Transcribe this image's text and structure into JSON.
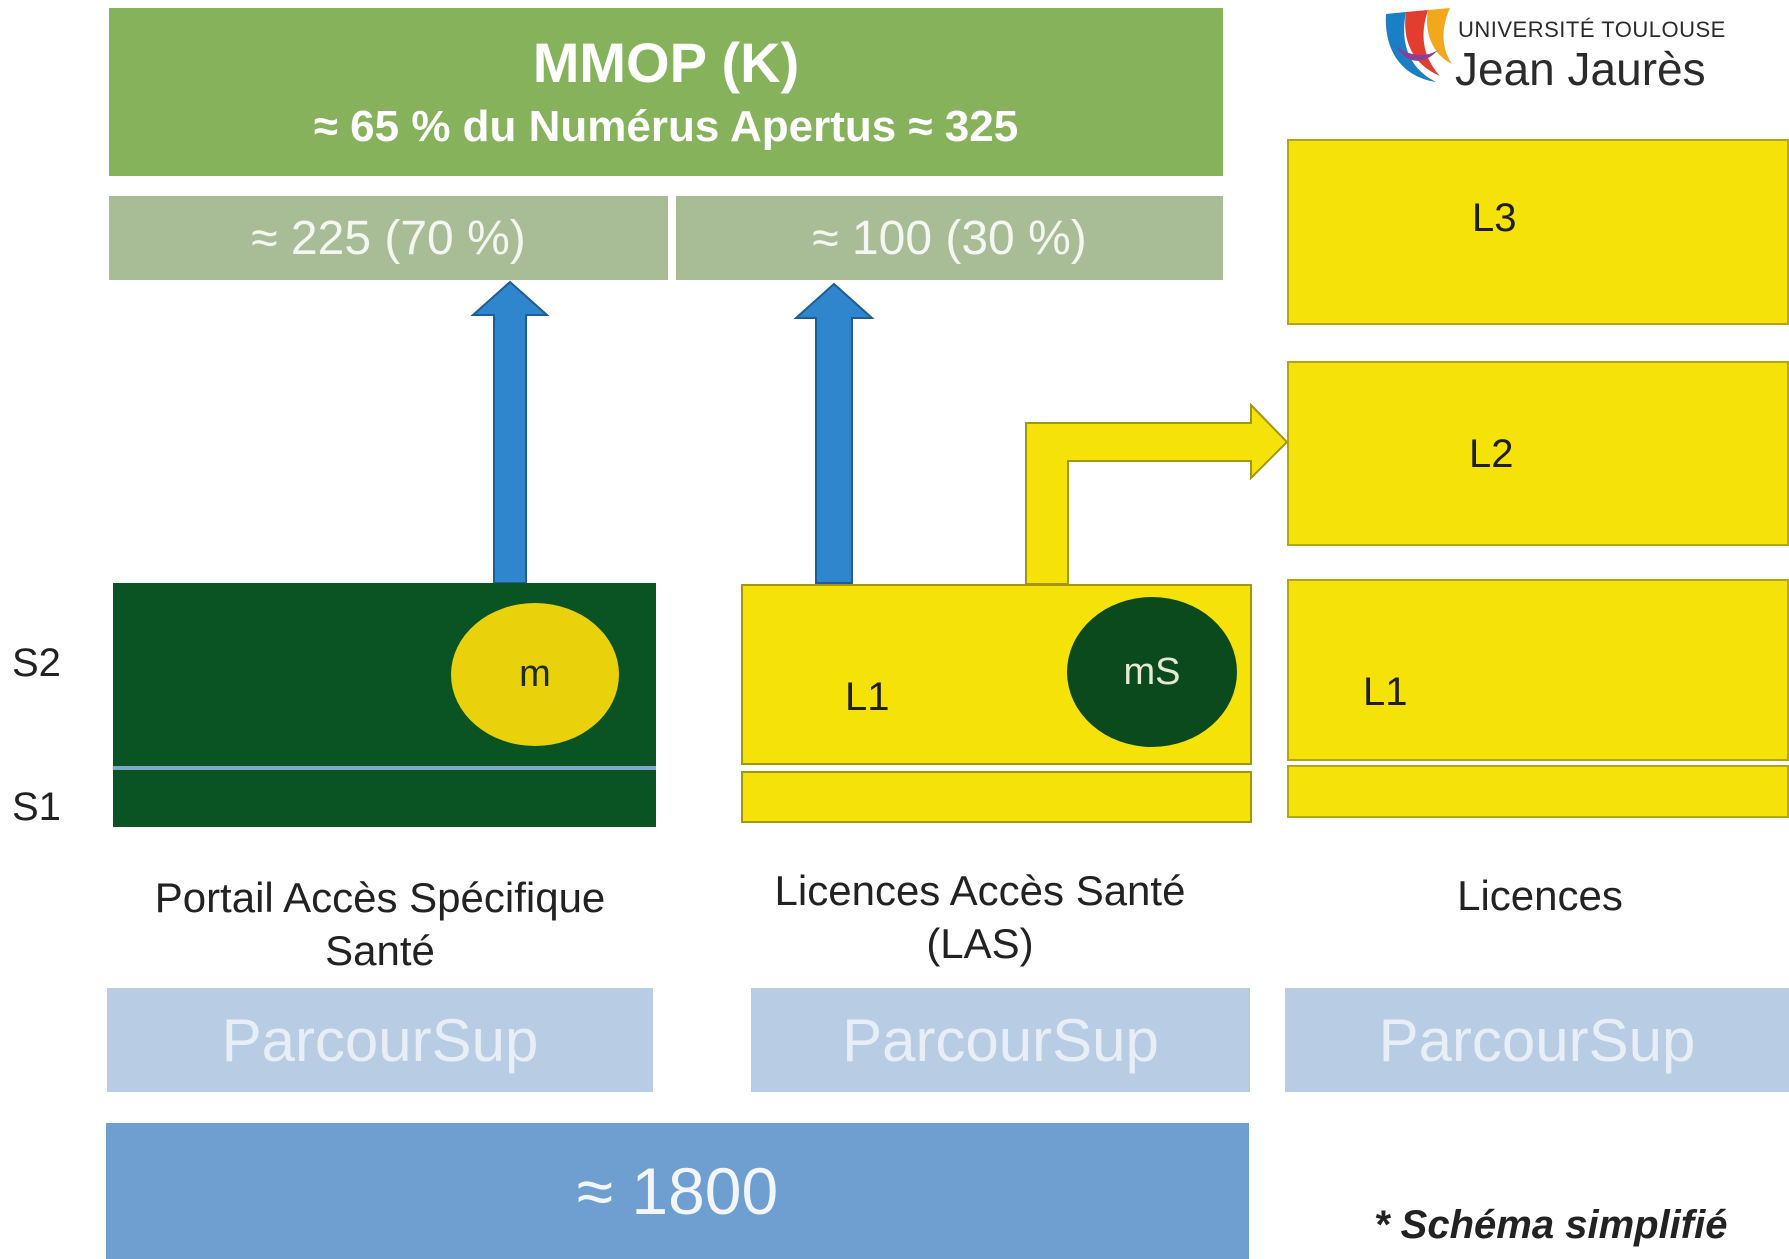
{
  "header": {
    "title": "MMOP (K)",
    "subtitle": "≈ 65 % du Numérus Apertus ≈ 325",
    "share_pass": "≈ 225 (70 %)",
    "share_las": "≈ 100 (30 %)"
  },
  "logo": {
    "line1": "UNIVERSITÉ TOULOUSE",
    "line2": "Jean Jaurès"
  },
  "semesters": {
    "s2": "S2",
    "s1": "S1"
  },
  "columns": {
    "pass": {
      "title": "Portail Accès Spécifique Santé",
      "minor": "m"
    },
    "las": {
      "title": "Licences Accès Santé (LAS)",
      "level": "L1",
      "minor": "mS"
    },
    "licences": {
      "title": "Licences",
      "l3": "L3",
      "l2": "L2",
      "l1": "L1"
    }
  },
  "parcoursup": {
    "label_1": "ParcourSup",
    "label_2": "ParcourSup",
    "label_3": "ParcourSup"
  },
  "total": "≈ 1800",
  "note": "* Schéma simplifié",
  "colors": {
    "mmop_green": "#85b25a",
    "share_green": "#a8bd96",
    "pass_dark_green": "#0a5323",
    "las_yellow": "#f4e208",
    "arrow_blue": "#2f86cc",
    "parcoursup_blue": "#b8cce4",
    "total_blue": "#6f9fd0"
  }
}
